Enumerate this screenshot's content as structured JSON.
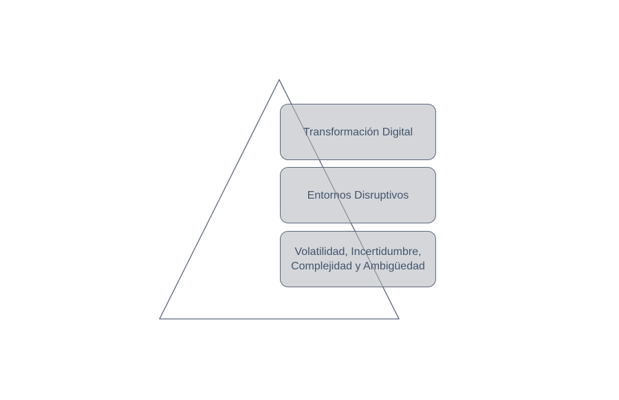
{
  "levels": [
    {
      "label": "Transformación Digital"
    },
    {
      "label": "Entornos Disruptivos"
    },
    {
      "label": "Volatilidad, Incertidumbre,\nComplejidad y Ambigüedad"
    }
  ],
  "colors": {
    "box_fill": "#cfd0d5",
    "box_border": "#5b6579",
    "text": "#44546a",
    "triangle": "#5b6579"
  }
}
